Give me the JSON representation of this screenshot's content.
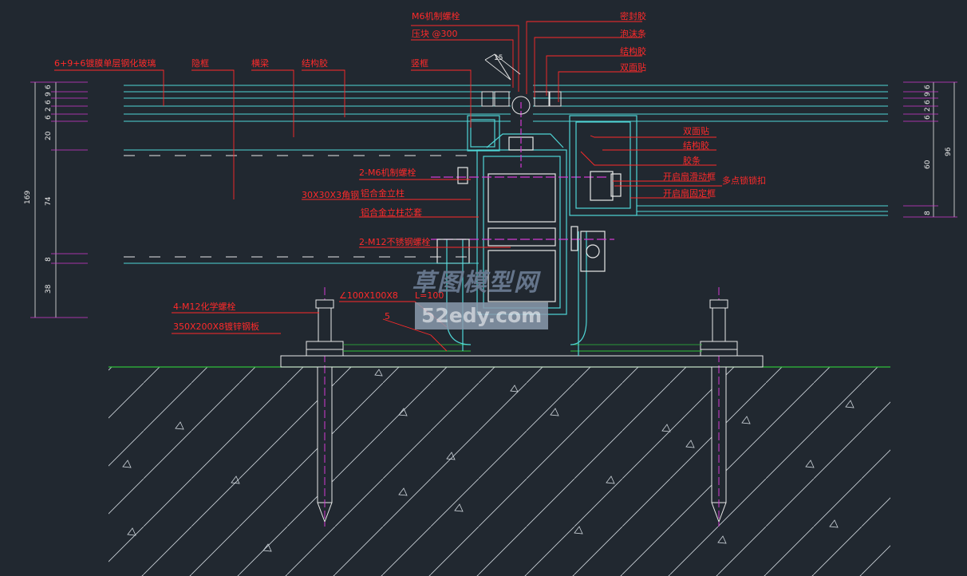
{
  "labels": {
    "top_bolt": "M6机制螺栓",
    "top_pressure": "压块  @300",
    "top_sealant": "密封胶",
    "top_foam": "泡沫条",
    "top_structural": "结构胶",
    "top_double_tape": "双面贴",
    "glass": "6+9+6镀膜单层钢化玻璃",
    "hidden_frame": "隐框",
    "beam_a": "横梁",
    "structural_glue": "结构胶",
    "column_label": "竖框",
    "angle_15": "15",
    "right_double_tape": "双面贴",
    "right_structural": "结构胶",
    "right_rubber": "胶条",
    "right_open_rod": "开启扇滑动框",
    "right_multipoint": "多点锁锁扣",
    "right_open_frame": "开启扇固定框",
    "m6_bolts": "2-M6机制螺栓",
    "angle_steel": "30X30X3角钢",
    "alu_mullion": "铝合金立柱",
    "alu_core": "铝合金立柱芯套",
    "m12_bolts": "2-M12不锈钢螺栓",
    "angle_100": "∠100X100X8",
    "len_100": "L=100",
    "weld_5": "5",
    "chem_bolts": "4-M12化学螺栓",
    "plate": "350X200X8镀锌钢板"
  },
  "dims_left": [
    "6",
    "9",
    "6",
    "2",
    "6",
    "20",
    "74",
    "8",
    "38",
    "169"
  ],
  "dims_right": [
    "6",
    "9",
    "6",
    "2",
    "6",
    "60",
    "8",
    "96"
  ],
  "watermark": {
    "cn": "草图模型网",
    "url": "52edy.com"
  },
  "colors": {
    "background": "#212830",
    "cyan": "#4fd6d6",
    "red": "#ff2a2a",
    "magenta": "#d23ad2",
    "white": "#e8e8e8",
    "green": "#2fbf3a"
  }
}
